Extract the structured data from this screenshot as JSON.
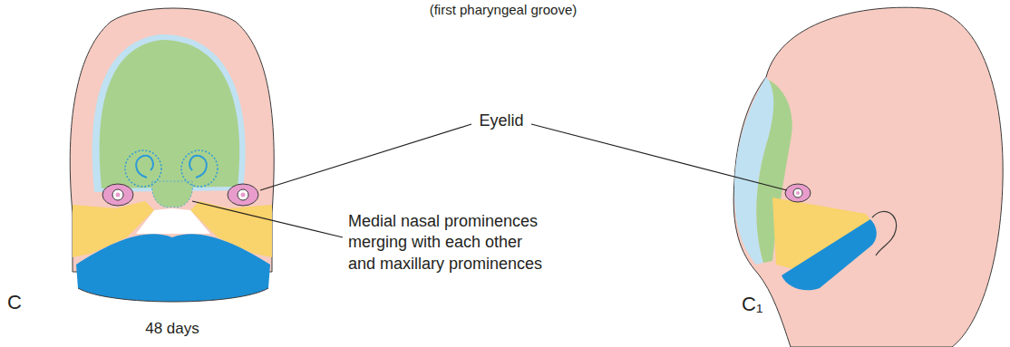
{
  "diagram": {
    "labels": [
      "(first pharyngeal groove)",
      "Eyelid",
      "Medial nasal prominences merging with each other and maxillary prominences",
      "C",
      "48 days",
      "C₁"
    ]
  }
}
